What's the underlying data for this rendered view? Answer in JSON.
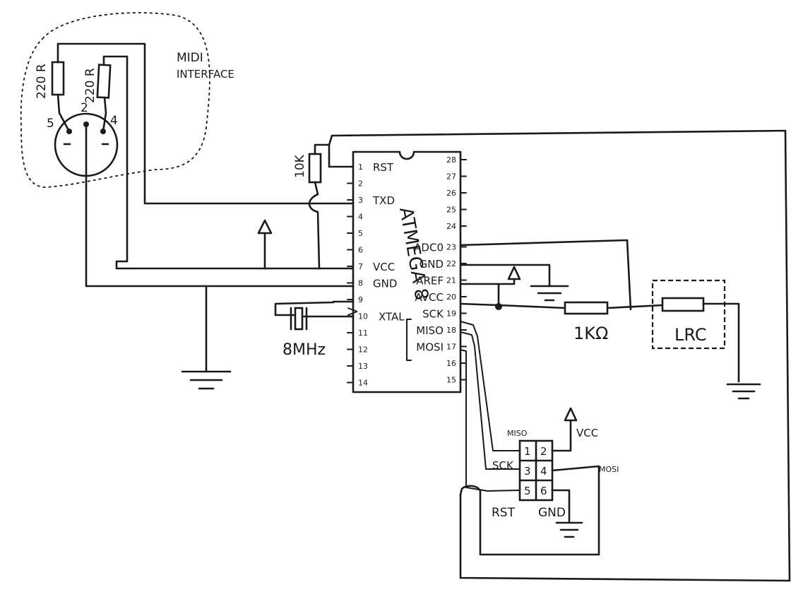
{
  "midi": {
    "label_line1": "MIDI",
    "label_line2": "INTERFACE",
    "r1_value": "220 R",
    "r2_value": "220 R",
    "pin_5": "5",
    "pin_2": "2",
    "pin_4": "4"
  },
  "reset_resistor": "10K",
  "chip": {
    "name": "ATMEGA 8",
    "left_pins": [
      {
        "num": "1",
        "name": "RST"
      },
      {
        "num": "2",
        "name": ""
      },
      {
        "num": "3",
        "name": "TXD"
      },
      {
        "num": "4",
        "name": ""
      },
      {
        "num": "5",
        "name": ""
      },
      {
        "num": "6",
        "name": ""
      },
      {
        "num": "7",
        "name": "VCC"
      },
      {
        "num": "8",
        "name": "GND"
      },
      {
        "num": "9",
        "name": ""
      },
      {
        "num": "10",
        "name": "XTAL"
      },
      {
        "num": "11",
        "name": ""
      },
      {
        "num": "12",
        "name": ""
      },
      {
        "num": "13",
        "name": ""
      },
      {
        "num": "14",
        "name": ""
      }
    ],
    "right_pins": [
      {
        "num": "28",
        "name": ""
      },
      {
        "num": "27",
        "name": ""
      },
      {
        "num": "26",
        "name": ""
      },
      {
        "num": "25",
        "name": ""
      },
      {
        "num": "24",
        "name": ""
      },
      {
        "num": "23",
        "name": "ADC0"
      },
      {
        "num": "22",
        "name": "GND"
      },
      {
        "num": "21",
        "name": "AREF"
      },
      {
        "num": "20",
        "name": "AVCC"
      },
      {
        "num": "19",
        "name": "SCK"
      },
      {
        "num": "18",
        "name": "MISO"
      },
      {
        "num": "17",
        "name": "MOSI"
      },
      {
        "num": "16",
        "name": ""
      },
      {
        "num": "15",
        "name": ""
      }
    ]
  },
  "crystal": "8MHz",
  "resistor_1k": "1KΩ",
  "ldr": "LRC",
  "isp": {
    "pins": [
      "1",
      "2",
      "3",
      "4",
      "5",
      "6"
    ],
    "miso": "MISO",
    "vcc": "VCC",
    "sck": "SCK",
    "mosi": "MOSI",
    "rst": "RST",
    "gnd": "GND"
  }
}
